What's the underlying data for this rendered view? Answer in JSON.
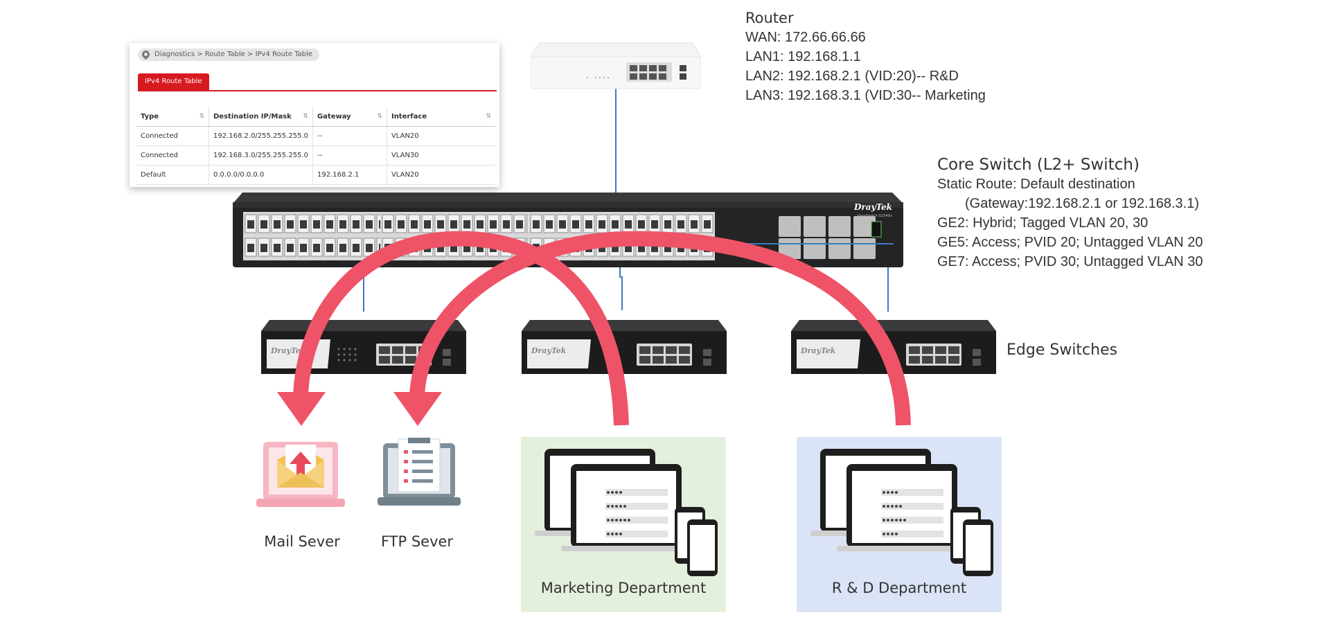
{
  "route_table": {
    "breadcrumb": "Diagnostics > Route Table  > IPv4 Route Table",
    "tab_label": "IPv4 Route Table",
    "columns": [
      "Type",
      "Destination IP/Mask",
      "Gateway",
      "Interface"
    ],
    "rows": [
      [
        "Connected",
        "192.168.2.0/255.255.255.0",
        "--",
        "VLAN20"
      ],
      [
        "Connected",
        "192.168.3.0/255.255.255.0",
        "--",
        "VLAN30"
      ],
      [
        "Default",
        "0.0.0.0/0.0.0.0",
        "192.168.2.1",
        "VLAN20"
      ]
    ]
  },
  "router": {
    "title": "Router",
    "lines": [
      "WAN: 172.66.66.66",
      "LAN1: 192.168.1.1",
      "LAN2: 192.168.2.1 (VID:20)-- R&D",
      "LAN3: 192.168.3.1 (VID:30-- Marketing"
    ]
  },
  "core_switch": {
    "title": "Core Switch (L2+ Switch)",
    "lines": [
      "Static Route: Default destination",
      "(Gateway:192.168.2.1 or 192.168.3.1)",
      "GE2: Hybrid; Tagged VLAN 20, 30",
      "GE5: Access; PVID 20; Untagged VLAN 20",
      "GE7: Access; PVID 30; Untagged VLAN 30"
    ],
    "brand": "DrayTek",
    "model": "VigorSwitch G2540x"
  },
  "edge_switches": {
    "label": "Edge Switches",
    "brand": "DrayTek"
  },
  "devices": {
    "mail": "Mail Sever",
    "ftp": "FTP Sever",
    "marketing": "Marketing Department",
    "rnd": "R & D Department"
  },
  "colors": {
    "arrow": "#ee5368",
    "cable": "#3a79c4",
    "marketing_bg": "#e4f0dc",
    "rnd_bg": "#dbe3f6",
    "tab_red": "#d71920"
  },
  "icons": [
    "map-pin-icon",
    "sort-icon",
    "envelope-icon",
    "document-icon",
    "laptop-icon",
    "phone-icon"
  ]
}
